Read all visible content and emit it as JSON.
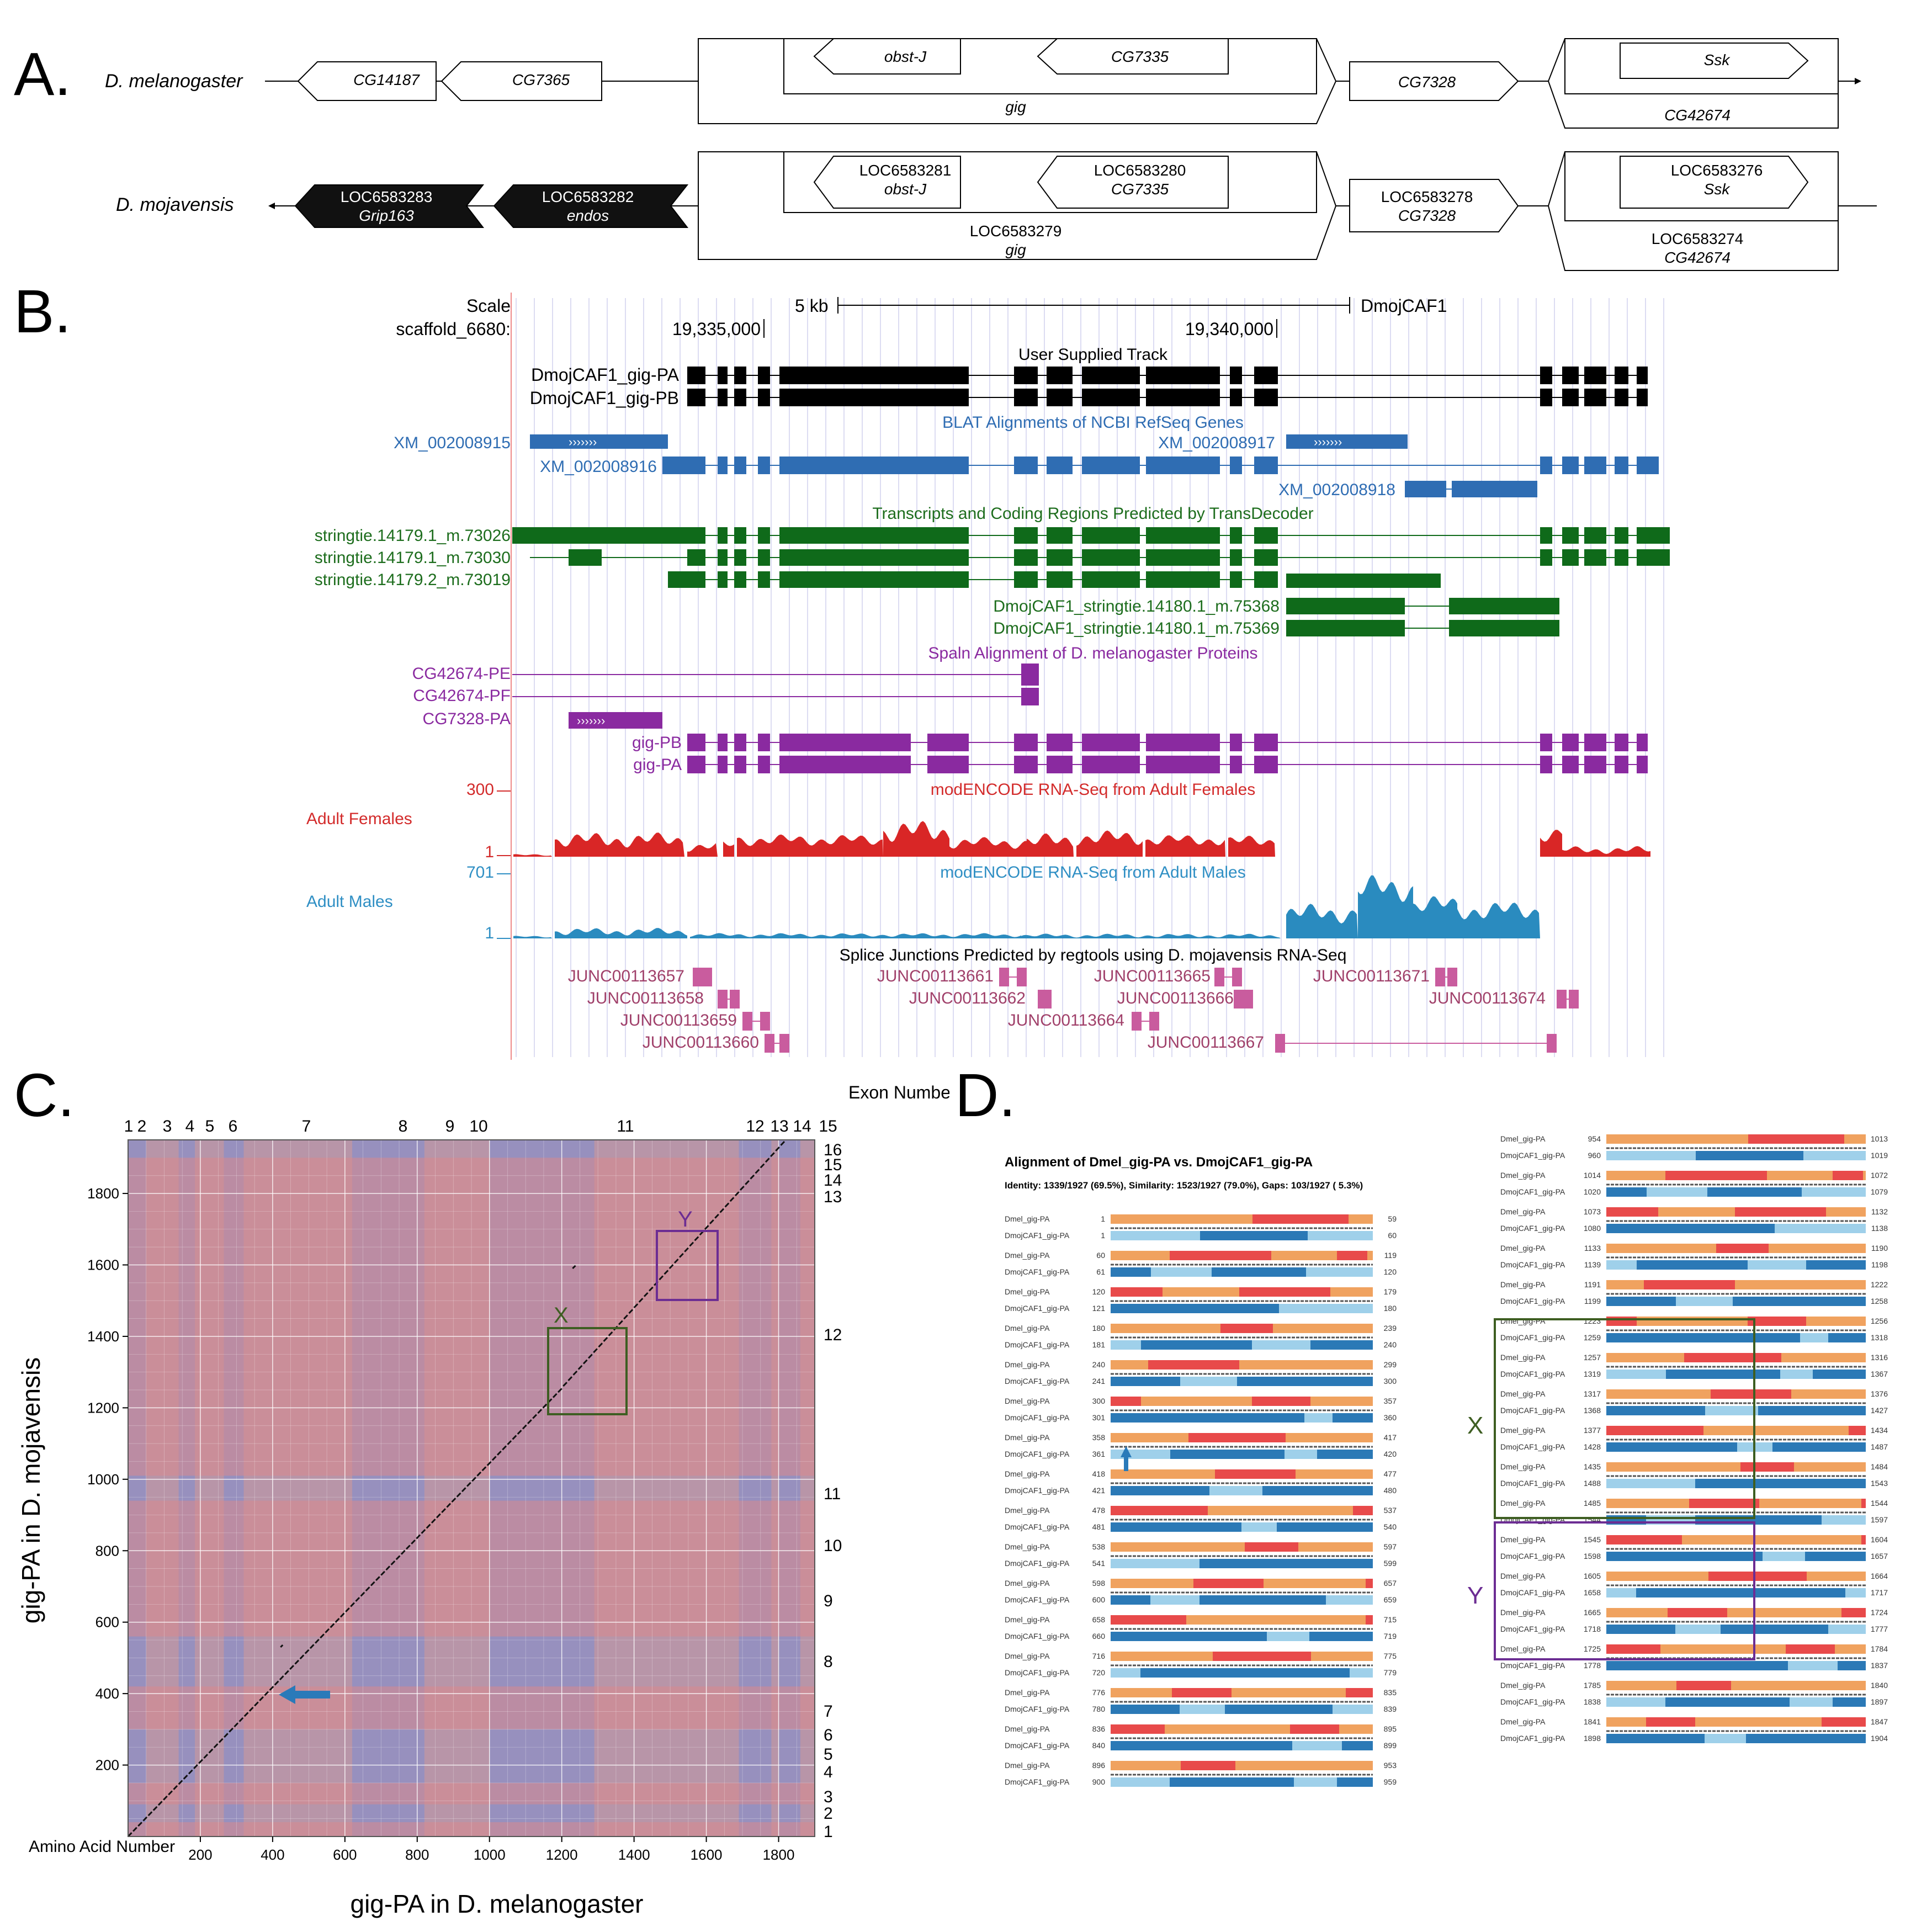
{
  "panels": {
    "a": "A.",
    "b": "B.",
    "c": "C.",
    "d": "D."
  },
  "panelA": {
    "mel_species": "D. melanogaster",
    "moj_species": "D. mojavensis",
    "mel": {
      "cg14187": "CG14187",
      "cg7365": "CG7365",
      "obstj": "obst-J",
      "cg7335": "CG7335",
      "gig": "gig",
      "cg7328": "CG7328",
      "ssk": "Ssk",
      "cg42674": "CG42674"
    },
    "moj": {
      "l3283": "LOC6583283",
      "grip163": "Grip163",
      "l3282": "LOC6583282",
      "endos": "endos",
      "l3281": "LOC6583281",
      "obstj": "obst-J",
      "l3280": "LOC6583280",
      "cg7335": "CG7335",
      "l3279": "LOC6583279",
      "gig": "gig",
      "l3278": "LOC6583278",
      "cg7328": "CG7328",
      "l3276": "LOC6583276",
      "ssk": "Ssk",
      "l3274": "LOC6583274",
      "cg42674": "CG42674"
    }
  },
  "panelB": {
    "scale_label": "Scale",
    "scaffold_label": "scaffold_6680:",
    "scale_bar": "5 kb",
    "db_label": "DmojCAF1",
    "coord1": "19,335,000",
    "coord2": "19,340,000",
    "track_user": "User Supplied Track",
    "user_pa": "DmojCAF1_gig-PA",
    "user_pb": "DmojCAF1_gig-PB",
    "track_blat": "BLAT Alignments of NCBI RefSeq Genes",
    "xm915": "XM_002008915",
    "xm916": "XM_002008916",
    "xm917": "XM_002008917",
    "xm918": "XM_002008918",
    "track_transdecoder": "Transcripts and Coding Regions Predicted by TransDecoder",
    "st73026": "stringtie.14179.1_m.73026",
    "st73030": "stringtie.14179.1_m.73030",
    "st73019": "stringtie.14179.2_m.73019",
    "st75368": "DmojCAF1_stringtie.14180.1_m.75368",
    "st75369": "DmojCAF1_stringtie.14180.1_m.75369",
    "track_spaln": "Spaln Alignment of D. melanogaster Proteins",
    "cg42674pe": "CG42674-PE",
    "cg42674pf": "CG42674-PF",
    "cg7328pa": "CG7328-PA",
    "gigpb": "gig-PB",
    "gigpa": "gig-PA",
    "track_females": "modENCODE RNA-Seq from Adult Females",
    "females_label": "Adult Females",
    "females_max": "300",
    "females_min": "1",
    "track_males": "modENCODE RNA-Seq from Adult Males",
    "males_label": "Adult Males",
    "males_max": "701",
    "males_min": "1",
    "track_junc": "Splice Junctions Predicted by regtools using D. mojavensis RNA-Seq",
    "j3657": "JUNC00113657",
    "j3658": "JUNC00113658",
    "j3659": "JUNC00113659",
    "j3660": "JUNC00113660",
    "j3661": "JUNC00113661",
    "j3662": "JUNC00113662",
    "j3664": "JUNC00113664",
    "j3665": "JUNC00113665",
    "j3666": "JUNC00113666",
    "j3667": "JUNC00113667",
    "j3671": "JUNC00113671",
    "j3674": "JUNC00113674"
  },
  "panelC": {
    "exon_number_label": "Exon Number",
    "x_exons": [
      "1",
      "2",
      "3",
      "4",
      "5",
      "6",
      "7",
      "8",
      "9",
      "10",
      "11",
      "12",
      "13",
      "14",
      "15"
    ],
    "y_exons": [
      "16",
      "15",
      "14",
      "13",
      "12",
      "11",
      "10",
      "9",
      "8",
      "7",
      "6",
      "5",
      "4",
      "3",
      "2",
      "1"
    ],
    "x_ticks": [
      "200",
      "400",
      "600",
      "800",
      "1000",
      "1200",
      "1400",
      "1600",
      "1800"
    ],
    "y_ticks": [
      "1800",
      "1600",
      "1400",
      "1200",
      "1000",
      "800",
      "600",
      "400",
      "200"
    ],
    "box_x": "X",
    "box_y": "Y",
    "aa_label": "Amino Acid Number",
    "xlabel": "gig-PA in D. melanogaster",
    "ylabel": "gig-PA in D. mojavensis",
    "colors": {
      "blue": "#8c8fc6",
      "red": "#cf9396",
      "green": "#3e5e22",
      "purple": "#6c2d93",
      "arrow": "#2a7ab9"
    }
  },
  "panelD": {
    "title": "Alignment of Dmel_gig-PA vs. DmojCAF1_gig-PA",
    "stats": "Identity: 1339/1927 (69.5%), Similarity: 1523/1927 (79.0%), Gaps: 103/1927 ( 5.3%)",
    "name_mel": "Dmel_gig-PA",
    "name_moj": "DmojCAF1_gig-PA",
    "label_x": "X",
    "label_y": "Y",
    "left_blocks": [
      {
        "m": [
          "1",
          "59"
        ],
        "j": [
          "1",
          "60"
        ]
      },
      {
        "m": [
          "60",
          "119"
        ],
        "j": [
          "61",
          "120"
        ]
      },
      {
        "m": [
          "120",
          "179"
        ],
        "j": [
          "121",
          "180"
        ]
      },
      {
        "m": [
          "180",
          "239"
        ],
        "j": [
          "181",
          "240"
        ]
      },
      {
        "m": [
          "240",
          "299"
        ],
        "j": [
          "241",
          "300"
        ]
      },
      {
        "m": [
          "300",
          "357"
        ],
        "j": [
          "301",
          "360"
        ]
      },
      {
        "m": [
          "358",
          "417"
        ],
        "j": [
          "361",
          "420"
        ]
      },
      {
        "m": [
          "418",
          "477"
        ],
        "j": [
          "421",
          "480"
        ]
      },
      {
        "m": [
          "478",
          "537"
        ],
        "j": [
          "481",
          "540"
        ]
      },
      {
        "m": [
          "538",
          "597"
        ],
        "j": [
          "541",
          "599"
        ]
      },
      {
        "m": [
          "598",
          "657"
        ],
        "j": [
          "600",
          "659"
        ]
      },
      {
        "m": [
          "658",
          "715"
        ],
        "j": [
          "660",
          "719"
        ]
      },
      {
        "m": [
          "716",
          "775"
        ],
        "j": [
          "720",
          "779"
        ]
      },
      {
        "m": [
          "776",
          "835"
        ],
        "j": [
          "780",
          "839"
        ]
      },
      {
        "m": [
          "836",
          "895"
        ],
        "j": [
          "840",
          "899"
        ]
      },
      {
        "m": [
          "896",
          "953"
        ],
        "j": [
          "900",
          "959"
        ]
      }
    ],
    "right_blocks": [
      {
        "m": [
          "954",
          "1013"
        ],
        "j": [
          "960",
          "1019"
        ]
      },
      {
        "m": [
          "1014",
          "1072"
        ],
        "j": [
          "1020",
          "1079"
        ]
      },
      {
        "m": [
          "1073",
          "1132"
        ],
        "j": [
          "1080",
          "1138"
        ]
      },
      {
        "m": [
          "1133",
          "1190"
        ],
        "j": [
          "1139",
          "1198"
        ]
      },
      {
        "m": [
          "1191",
          "1222"
        ],
        "j": [
          "1199",
          "1258"
        ]
      },
      {
        "m": [
          "1223",
          "1256"
        ],
        "j": [
          "1259",
          "1318"
        ]
      },
      {
        "m": [
          "1257",
          "1316"
        ],
        "j": [
          "1319",
          "1367"
        ]
      },
      {
        "m": [
          "1317",
          "1376"
        ],
        "j": [
          "1368",
          "1427"
        ]
      },
      {
        "m": [
          "1377",
          "1434"
        ],
        "j": [
          "1428",
          "1487"
        ]
      },
      {
        "m": [
          "1435",
          "1484"
        ],
        "j": [
          "1488",
          "1543"
        ]
      },
      {
        "m": [
          "1485",
          "1544"
        ],
        "j": [
          "1544",
          "1597"
        ]
      },
      {
        "m": [
          "1545",
          "1604"
        ],
        "j": [
          "1598",
          "1657"
        ]
      },
      {
        "m": [
          "1605",
          "1664"
        ],
        "j": [
          "1658",
          "1717"
        ]
      },
      {
        "m": [
          "1665",
          "1724"
        ],
        "j": [
          "1718",
          "1777"
        ]
      },
      {
        "m": [
          "1725",
          "1784"
        ],
        "j": [
          "1778",
          "1837"
        ]
      },
      {
        "m": [
          "1785",
          "1840"
        ],
        "j": [
          "1838",
          "1897"
        ]
      },
      {
        "m": [
          "1841",
          "1847"
        ],
        "j": [
          "1898",
          "1904"
        ]
      }
    ]
  }
}
